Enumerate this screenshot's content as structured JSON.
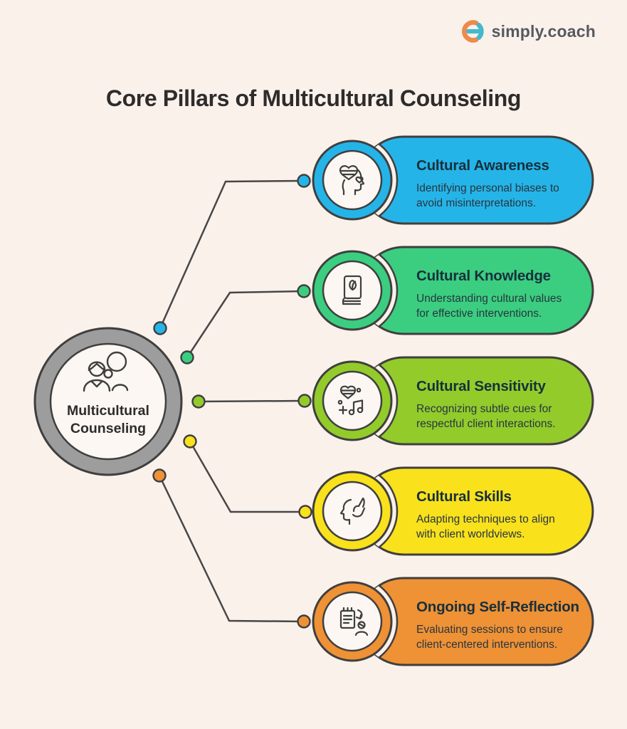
{
  "header": {
    "heading": "Core Pillars of Multicultural Counseling",
    "logo_text": "simply.coach"
  },
  "center": {
    "label": "Multicultural\nCounseling",
    "icon": "two-people-icon",
    "ring_color": "#9D9D9D"
  },
  "pillars": [
    {
      "title": "Cultural Awareness",
      "description": "Identifying personal biases to\navoid misinterpretations.",
      "color": "#25B4E8",
      "icon": "head-heart-icon"
    },
    {
      "title": "Cultural Knowledge",
      "description": "Understanding cultural values\nfor effective interventions.",
      "color": "#3BCE80",
      "icon": "book-leaf-icon"
    },
    {
      "title": "Cultural Sensitivity",
      "description": "Recognizing subtle cues for\nrespectful client interactions.",
      "color": "#93CB2B",
      "icon": "heart-music-icon"
    },
    {
      "title": "Cultural Skills",
      "description": "Adapting techniques to align\nwith client worldviews.",
      "color": "#F9E11C",
      "icon": "head-hand-icon"
    },
    {
      "title": "Ongoing Self-Reflection",
      "description": "Evaluating sessions to ensure\nclient-centered interventions.",
      "color": "#EF9135",
      "icon": "notepad-person-icon"
    }
  ],
  "colors": {
    "background": "#FBF1EB",
    "outline": "#3F3F3F",
    "connector": "#474747",
    "inner_circle_fill": "#FCF7F2",
    "gray_ring": "#9D9D9D",
    "heading_text": "#2E2C2B",
    "title_text": "#17303C",
    "description_text": "#273640",
    "logo_text_color": "#555A60",
    "logo_orange": "#EE8A4A",
    "logo_teal": "#46B8CC"
  }
}
